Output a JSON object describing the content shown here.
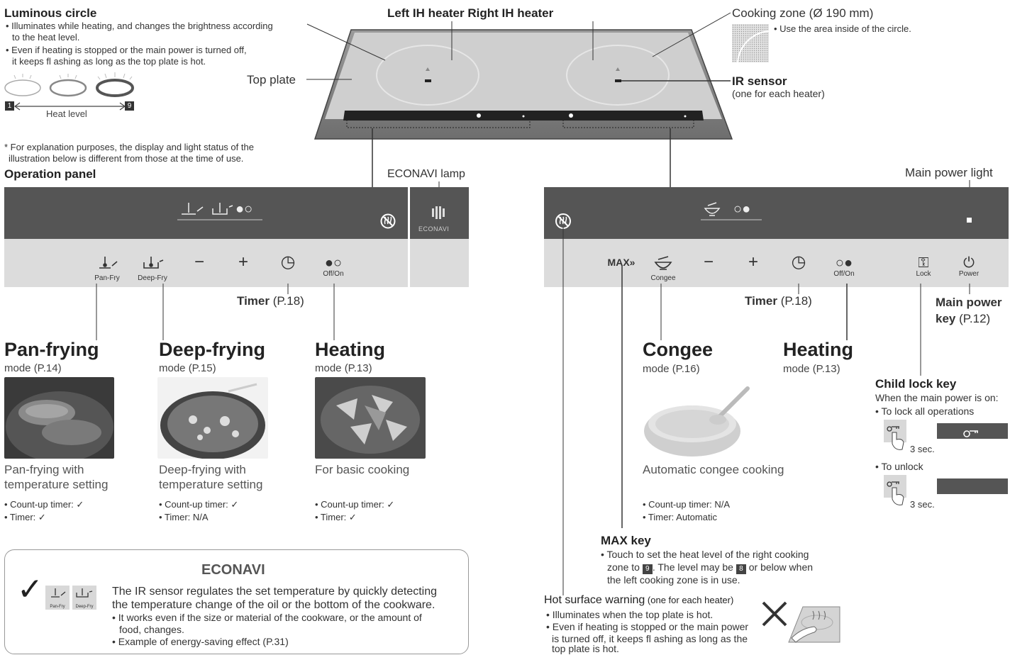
{
  "luminous": {
    "title": "Luminous circle",
    "line1": "• Illuminates while heating, and changes the brightness according",
    "line2": "to the heat level.",
    "line3": "• Even if heating is stopped or the main power is turned off,",
    "line4": "it keeps fl ashing as long as the top plate is hot.",
    "heat_level": "Heat level",
    "min": "1",
    "max": "9"
  },
  "note": {
    "line1": "* For explanation purposes, the display and light status of the",
    "line2": "illustration below is different from those at the time of use."
  },
  "heaters_title": "Left IH heater Right IH heater",
  "top_plate": "Top plate",
  "cooking_zone": {
    "title": "Cooking zone (Ø 190 mm)",
    "note": "• Use the area inside of the circle."
  },
  "ir_sensor": {
    "title": "IR sensor",
    "sub": "(one for each heater)"
  },
  "operation_panel": "Operation panel",
  "econavi_lamp": "ECONAVI lamp",
  "econavi_text": "ECONAVI",
  "main_power_light": "Main power light",
  "left_keys": {
    "panfry": "Pan-Fry",
    "deepfry": "Deep-Fry",
    "minus": "−",
    "plus": "+",
    "timer_sym": "◷",
    "offon_sym": "●○",
    "offon": "Off/On"
  },
  "right_keys": {
    "max": "MAX»",
    "congee": "Congee",
    "minus": "−",
    "plus": "+",
    "timer_sym": "◷",
    "offon_sym": "○●",
    "offon": "Off/On",
    "lock_sym": "⚿",
    "lock": "Lock",
    "power_sym": "⏻",
    "power": "Power"
  },
  "display_left": "●○",
  "display_right": "○●",
  "timer_label": "Timer",
  "timer_page": " (P.18)",
  "main_power_key": {
    "title1": "Main power",
    "title2": "key",
    "page": " (P.12)"
  },
  "modes": {
    "panfry": {
      "title": "Pan-frying",
      "mode": "mode (P.14)",
      "desc": "Pan-frying with temperature setting",
      "feat1": "• Count-up timer: ✓",
      "feat2": "• Timer: ✓"
    },
    "deepfry": {
      "title": "Deep-frying",
      "mode": "mode (P.15)",
      "desc": "Deep-frying with temperature setting",
      "feat1": "• Count-up timer: ✓",
      "feat2": "• Timer: N/A"
    },
    "heating_l": {
      "title": "Heating",
      "mode": "mode (P.13)",
      "desc": "For basic cooking",
      "feat1": "• Count-up timer: ✓",
      "feat2": "• Timer: ✓"
    },
    "congee": {
      "title": "Congee",
      "mode": "mode (P.16)",
      "desc": "Automatic congee cooking",
      "feat1": "• Count-up timer: N/A",
      "feat2": "• Timer: Automatic"
    },
    "heating_r": {
      "title": "Heating",
      "mode": "mode (P.13)"
    }
  },
  "child_lock": {
    "title": "Child lock key",
    "when": "When the main power is on:",
    "lock_all": "• To lock all operations",
    "unlock": "• To unlock",
    "sec": "3 sec."
  },
  "max_key": {
    "title": "MAX key",
    "line1": "• Touch to set the heat level of the right cooking",
    "line2a": "zone to ",
    "line2b": "9",
    "line2c": ". The level may be ",
    "line2d": "8",
    "line2e": " or below when",
    "line3": "the left cooking zone is in use."
  },
  "econavi_box": {
    "title": "ECONAVI",
    "line1": "The IR sensor regulates the set temperature by quickly detecting",
    "line2": "the temperature change of the oil or the bottom of the cookware.",
    "line3": "• It works even if the size or material of the cookware, or the amount of",
    "line4": "food, changes.",
    "line5": "• Example of energy-saving effect (P.31)",
    "icon_panfry": "Pan-Fry",
    "icon_deepfry": "Deep-Fry"
  },
  "hot_surface": {
    "title": "Hot surface warning",
    "sub": " (one for each heater)",
    "line1": "• Illuminates when the top plate is hot.",
    "line2": "• Even if heating is stopped or the main power",
    "line3": "is turned off, it keeps fl ashing as long as the",
    "line4": "top plate is hot."
  }
}
